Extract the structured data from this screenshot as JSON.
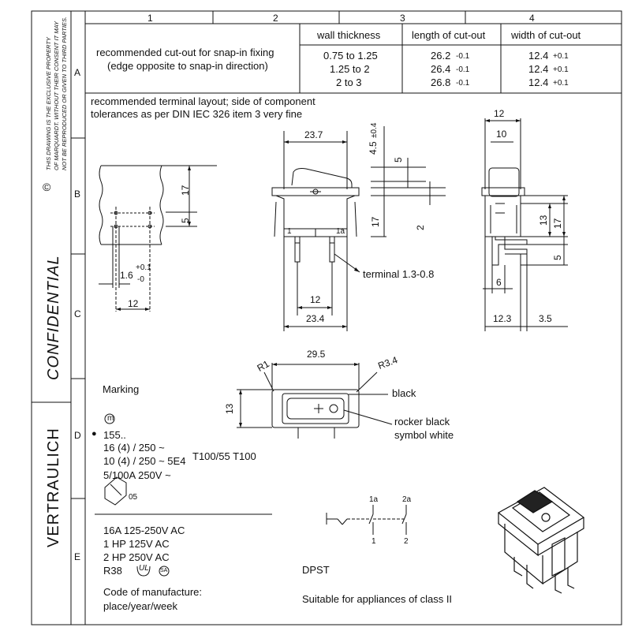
{
  "columns": [
    "1",
    "2",
    "3",
    "4"
  ],
  "rows": [
    "A",
    "B",
    "C",
    "D",
    "E"
  ],
  "sidebar": {
    "property_notice": [
      "THIS DRAWING IS THE EXCLUSIVE PROPERTY",
      "OF MARQUARDT. WITHOUT THEIR CONSENT IT MAY",
      "NOT BE REPRODUCED OR GIVEN TO THIRD PARTIES."
    ],
    "copyright_symbol": "©",
    "confidential": "CONFIDENTIAL",
    "vertraulich": "VERTRAULICH"
  },
  "cutout": {
    "description_line1": "recommended cut-out for snap-in fixing",
    "description_line2": "(edge opposite to snap-in direction)",
    "headers": [
      "wall thickness",
      "length of cut-out",
      "width of cut-out"
    ],
    "rows": [
      {
        "wall": "0.75 to 1.25",
        "length": "26.2",
        "length_tol": "-0.1",
        "width": "12.4",
        "width_tol": "+0.1"
      },
      {
        "wall": "1.25 to 2",
        "length": "26.4",
        "length_tol": "-0.1",
        "width": "12.4",
        "width_tol": "+0.1"
      },
      {
        "wall": "2 to 3",
        "length": "26.8",
        "length_tol": "-0.1",
        "width": "12.4",
        "width_tol": "+0.1"
      }
    ]
  },
  "terminal_layout": {
    "line1": "recommended terminal layout; side of component",
    "line2": "tolerances as per DIN IEC 326 item 3 very fine",
    "dim_17": "17",
    "dim_5": "5",
    "dim_hole": "1.6",
    "dim_hole_tol_plus": "+0.1",
    "dim_hole_tol_minus": "-0",
    "dim_12": "12"
  },
  "front_view": {
    "dim_23_7": "23.7",
    "dim_4_5": "4.5",
    "dim_4_5_tol": "±0.4",
    "dim_5": "5",
    "dim_17": "17",
    "dim_2": "2",
    "terminal_1": "1",
    "terminal_1a": "1a",
    "terminal_note": "terminal 1.3-0.8",
    "dim_12": "12",
    "dim_23_4": "23.4"
  },
  "side_view": {
    "dim_12": "12",
    "dim_10": "10",
    "dim_13": "13",
    "dim_17": "17",
    "dim_5": "5",
    "dim_6": "6",
    "dim_12_3": "12.3",
    "dim_3_5": "3.5"
  },
  "top_view": {
    "dim_29_5": "29.5",
    "r1": "R1",
    "r3_4": "R3.4",
    "dim_13": "13",
    "label_black": "black",
    "label_rocker_1": "rocker black",
    "label_rocker_2": "symbol white"
  },
  "marking": {
    "title": "Marking",
    "m_symbol": "m",
    "bullet": "●",
    "line_155": "155..",
    "line_16": "16 (4) / 250 ~",
    "line_10": "10 (4) / 250 ~ 5E4",
    "line_t": "T100/55 T100",
    "line_5": "5/100A 250V ~",
    "enec": "05"
  },
  "ratings": {
    "line1": "16A 125-250V AC",
    "line2": "1 HP 125V AC",
    "line3": "2 HP 250V AC",
    "line4": "R38",
    "ul": "UL",
    "sa": "SA",
    "code_line1": "Code of manufacture:",
    "code_line2": "place/year/week"
  },
  "schematic": {
    "label_1a": "1a",
    "label_2a": "2a",
    "label_1": "1",
    "label_2": "2",
    "type": "DPST",
    "suitability": "Suitable for appliances of class II"
  }
}
